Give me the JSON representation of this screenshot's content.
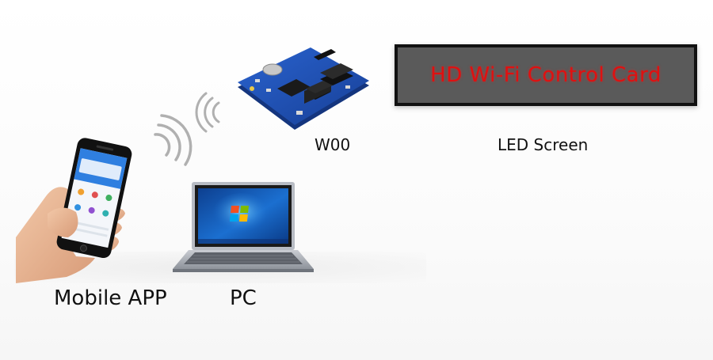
{
  "led_screen": {
    "text": "HD Wi-Fi Control Card",
    "text_color": "#e01010",
    "panel_color": "#5a5a5a",
    "frame_color": "#111111"
  },
  "labels": {
    "led": "LED Screen",
    "controller": "W00",
    "mobile": "Mobile APP",
    "pc": "PC"
  },
  "colors": {
    "board_blue": "#1f4fb4",
    "phone_screen_blue": "#2f7fe0",
    "laptop_screen": "#1b5fb8"
  }
}
